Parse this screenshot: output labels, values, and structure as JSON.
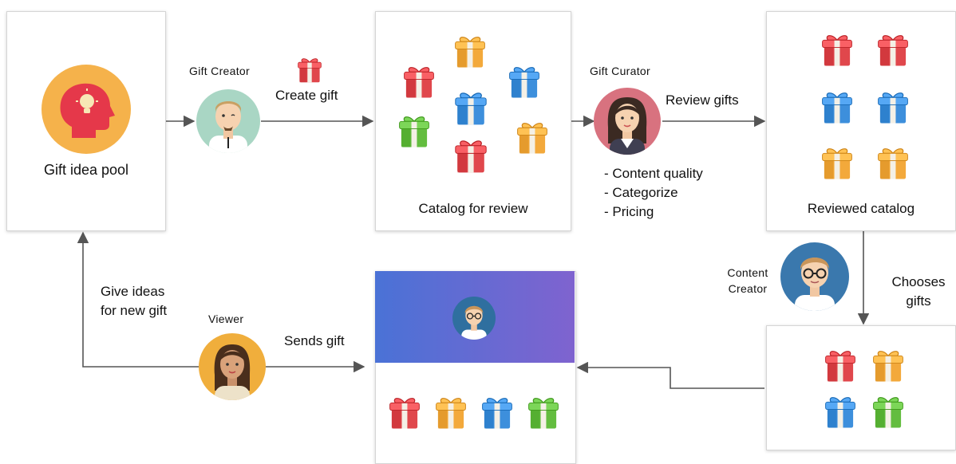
{
  "nodes": {
    "idea_pool": {
      "label": "Gift idea pool"
    },
    "catalog_review": {
      "label": "Catalog for review"
    },
    "reviewed_catalog": {
      "label": "Reviewed catalog"
    }
  },
  "roles": {
    "gift_creator": "Gift Creator",
    "gift_curator": "Gift Curator",
    "content_creator": "Content\nCreator",
    "viewer": "Viewer"
  },
  "edges": {
    "create_gift": "Create gift",
    "review_gifts": "Review gifts",
    "chooses_gifts": "Chooses\ngifts",
    "sends_gift": "Sends gift",
    "give_ideas": "Give ideas\nfor new gift"
  },
  "review_criteria": [
    "- Content quality",
    "- Categorize",
    "- Pricing"
  ],
  "colors": {
    "gift_red": "#e0474c",
    "gift_orange": "#f3a93b",
    "gift_blue": "#3d8fdc",
    "gift_green": "#63bd3f",
    "arrow": "#555555",
    "header_gradient_start": "#4a72d6",
    "header_gradient_end": "#7f63cf"
  }
}
